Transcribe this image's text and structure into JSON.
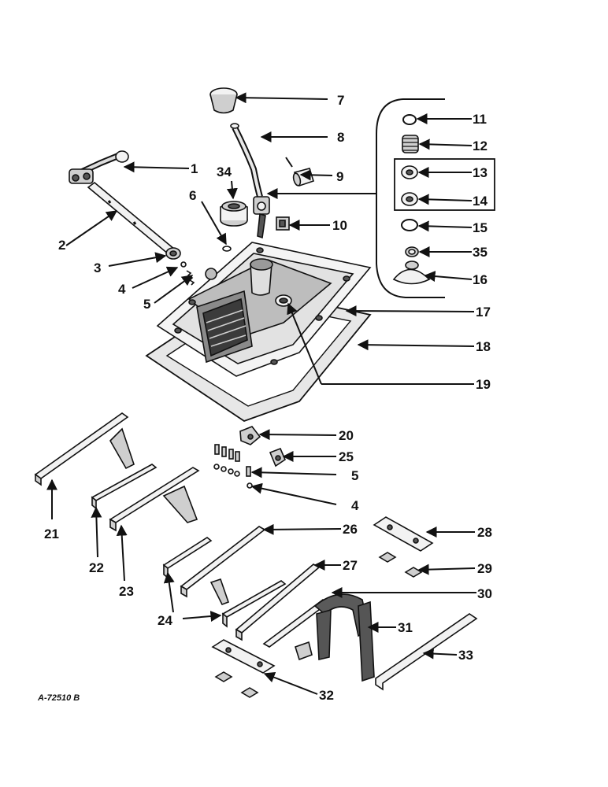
{
  "drawing_code": "A-72510 B",
  "callouts": {
    "c1": "1",
    "c2": "2",
    "c3": "3",
    "c4a": "4",
    "c5a": "5",
    "c6": "6",
    "c7": "7",
    "c8": "8",
    "c9": "9",
    "c10": "10",
    "c11": "11",
    "c12": "12",
    "c13": "13",
    "c14": "14",
    "c15": "15",
    "c16": "16",
    "c17": "17",
    "c18": "18",
    "c19": "19",
    "c20": "20",
    "c21": "21",
    "c22": "22",
    "c23": "23",
    "c24": "24",
    "c25": "25",
    "c5b": "5",
    "c4b": "4",
    "c26": "26",
    "c27": "27",
    "c28": "28",
    "c29": "29",
    "c30": "30",
    "c31": "31",
    "c32": "32",
    "c33": "33",
    "c34": "34",
    "c35": "35"
  }
}
